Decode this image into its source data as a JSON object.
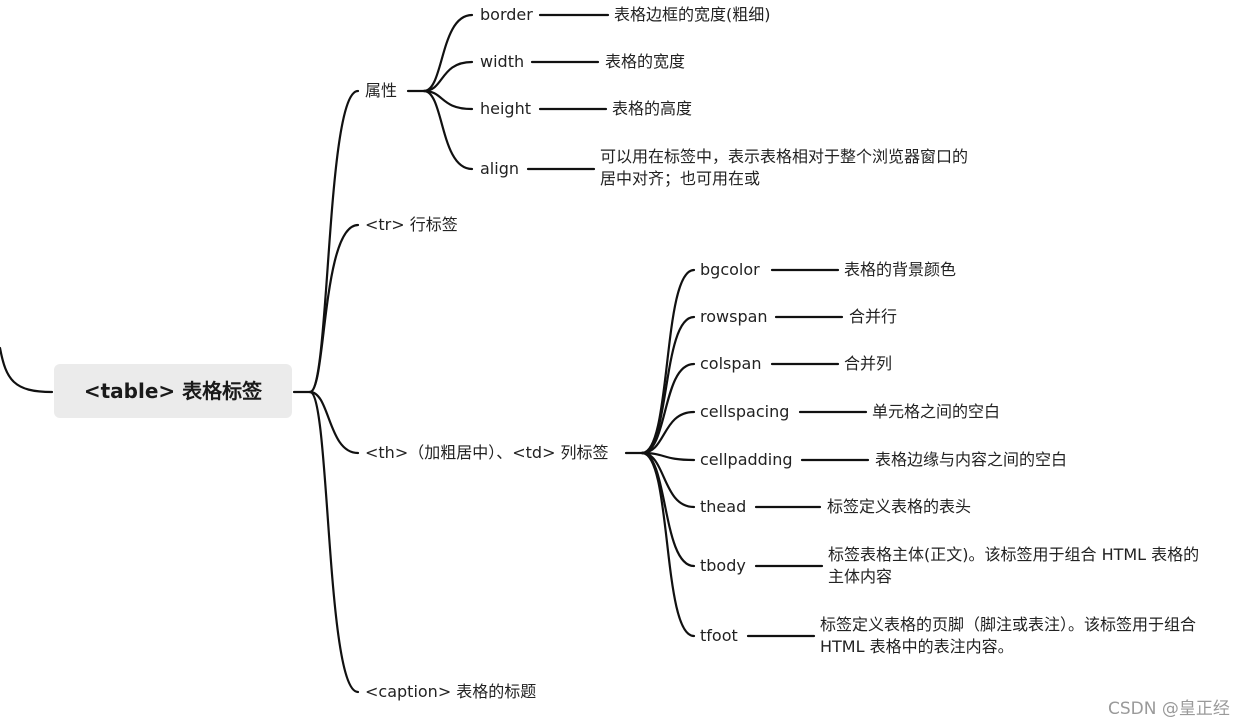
{
  "root": {
    "label": "<table>   表格标签"
  },
  "branches": {
    "attr": {
      "label": "属性",
      "children": [
        {
          "name": "border",
          "desc": "表格边框的宽度(粗细)"
        },
        {
          "name": "width",
          "desc": "表格的宽度"
        },
        {
          "name": "height",
          "desc": "表格的高度"
        },
        {
          "name": "align",
          "desc": "可以用在标签中，表示表格相对于整个浏览器窗口的居中对齐；也可用在或"
        }
      ]
    },
    "tr": {
      "label": "<tr>  行标签"
    },
    "th": {
      "label": "<th>（加粗居中）、<td> 列标签",
      "children": [
        {
          "name": "bgcolor",
          "desc": "表格的背景颜色"
        },
        {
          "name": "rowspan",
          "desc": "合并行"
        },
        {
          "name": "colspan",
          "desc": "合并列"
        },
        {
          "name": "cellspacing",
          "desc": "单元格之间的空白"
        },
        {
          "name": "cellpadding",
          "desc": "表格边缘与内容之间的空白"
        },
        {
          "name": "thead",
          "desc": "标签定义表格的表头"
        },
        {
          "name": "tbody",
          "desc": "标签表格主体(正文)。该标签用于组合 HTML 表格的主体内容"
        },
        {
          "name": "tfoot",
          "desc": "标签定义表格的页脚（脚注或表注）。该标签用于组合 HTML 表格中的表注内容。"
        }
      ]
    },
    "caption": {
      "label": "<caption>  表格的标题"
    }
  },
  "watermark": "CSDN @皇正经"
}
